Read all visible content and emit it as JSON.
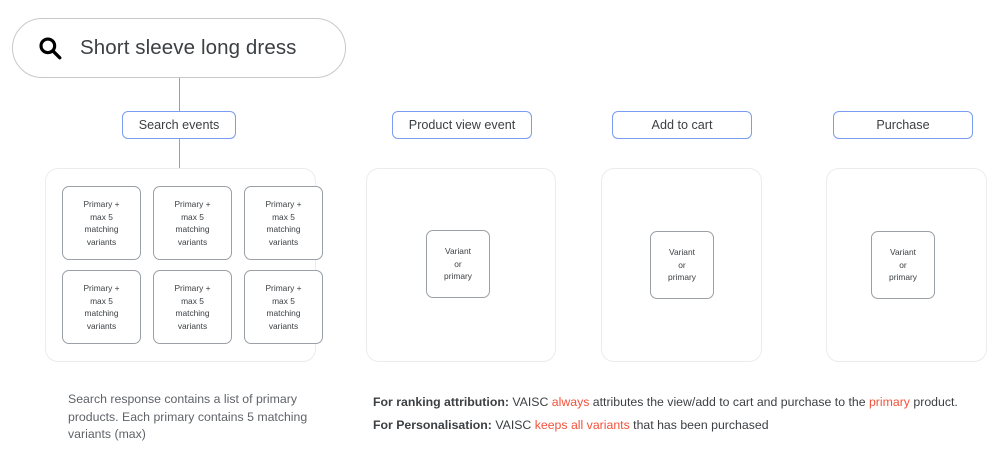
{
  "search": {
    "icon": "search-icon",
    "query": "Short sleeve long dress"
  },
  "flow": {
    "labels": [
      {
        "id": "search-events",
        "text": "Search events"
      },
      {
        "id": "product-view-event",
        "text": "Product view event"
      },
      {
        "id": "add-to-cart",
        "text": "Add to cart"
      },
      {
        "id": "purchase",
        "text": "Purchase"
      }
    ]
  },
  "cards": {
    "primary_label": "Primary +\nmax 5\nmatching\nvariants",
    "primary_lines": [
      "Primary +",
      "max 5",
      "matching",
      "variants"
    ],
    "primary_count": 6,
    "variant_lines": [
      "Variant",
      "or",
      "primary"
    ],
    "variant_label": "Variant\nor\nprimary"
  },
  "captions": {
    "left": "Search response contains a list of primary products. Each primary contains 5 matching variants (max)",
    "notes": [
      {
        "lead": "For ranking attribution:",
        "segments": [
          {
            "text": " VAISC ",
            "highlight": false
          },
          {
            "text": "always",
            "highlight": true
          },
          {
            "text": " attributes the view/add to cart and purchase to the ",
            "highlight": false
          },
          {
            "text": "primary",
            "highlight": true
          },
          {
            "text": " product.",
            "highlight": false
          }
        ]
      },
      {
        "lead": "For Personalisation:",
        "segments": [
          {
            "text": " VAISC ",
            "highlight": false
          },
          {
            "text": "keeps all variants",
            "highlight": true
          },
          {
            "text": " that has been purchased",
            "highlight": false
          }
        ]
      }
    ]
  },
  "colors": {
    "label_border": "#7b9cf0",
    "highlight": "#f4513b",
    "container_border": "#ececed",
    "card_border": "#9aa0a6",
    "text": "#3c4043",
    "muted_text": "#5f6368"
  }
}
